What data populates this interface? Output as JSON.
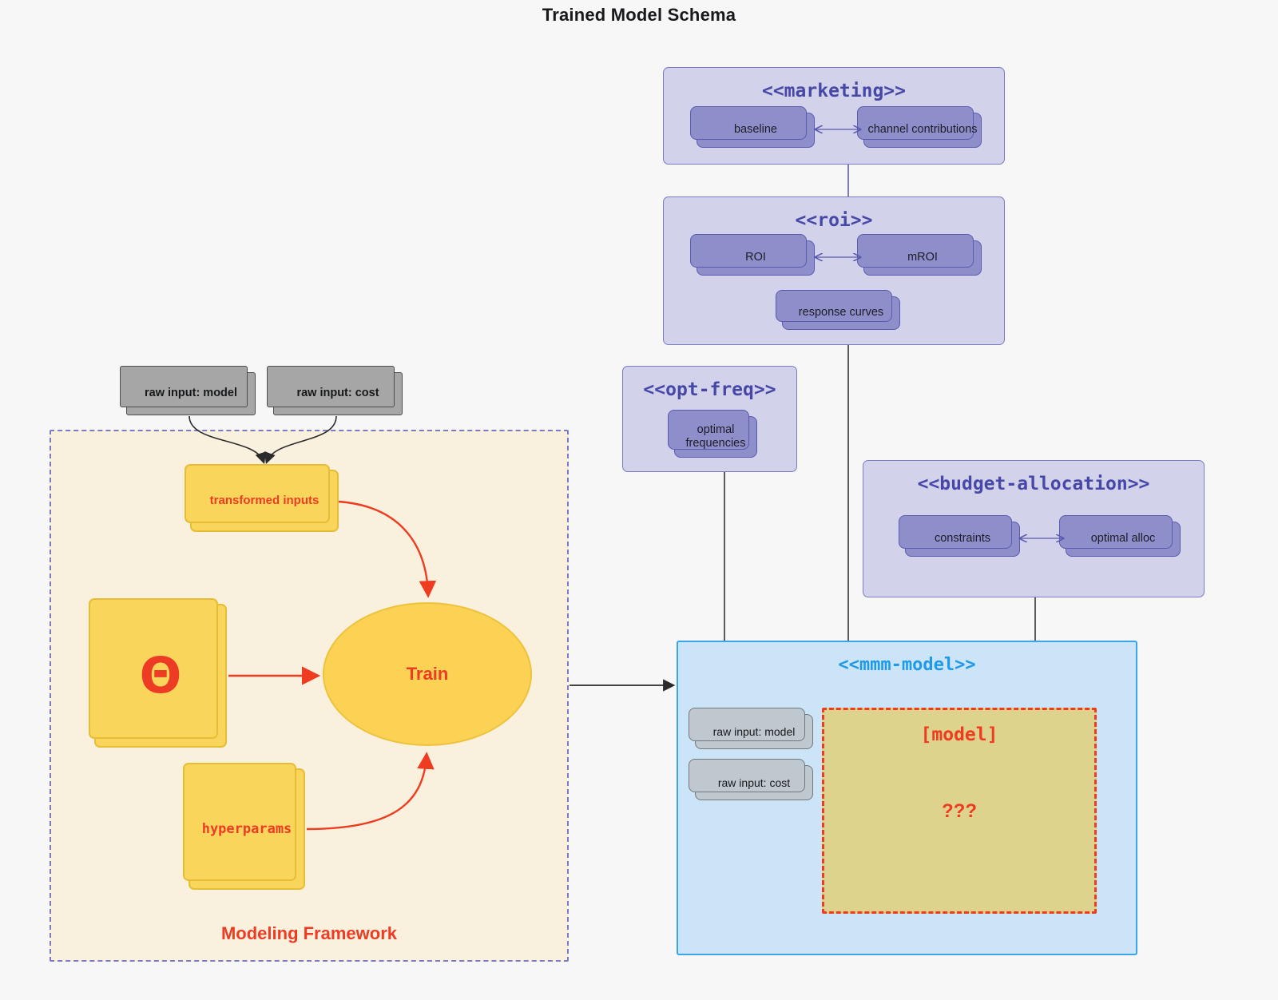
{
  "page": {
    "title": "Trained Model Schema",
    "background": "#f7f7f7"
  },
  "colors": {
    "package_fill": "#d2d2ea",
    "package_border": "#7b7bc4",
    "package_title": "#4747a8",
    "node_purple": "#8e8ecb",
    "mmm_fill": "#cbe4f7",
    "mmm_border": "#3aa5ea",
    "mmm_title": "#1f9ae8",
    "framework_fill": "#f9f1dd",
    "framework_border": "#7b7bc4",
    "accent_red": "#ee3b24",
    "node_yellow": "#fad55b",
    "model_box_fill": "#ddd38c",
    "gray_node": "#a6a6a6"
  },
  "packages": {
    "marketing": {
      "title": "<<marketing>>",
      "nodes": [
        {
          "label": "baseline"
        },
        {
          "label": "channel contributions"
        }
      ],
      "relation": "bidirectional"
    },
    "roi": {
      "title": "<<roi>>",
      "nodes": [
        {
          "label": "ROI"
        },
        {
          "label": "mROI"
        },
        {
          "label": "response curves"
        }
      ],
      "relation": "bidirectional"
    },
    "opt_freq": {
      "title": "<<opt-freq>>",
      "nodes": [
        {
          "label": "optimal\nfrequencies",
          "line1": "optimal",
          "line2": "frequencies"
        }
      ]
    },
    "budget_allocation": {
      "title": "<<budget-allocation>>",
      "nodes": [
        {
          "label": "constraints"
        },
        {
          "label": "optimal alloc"
        }
      ],
      "relation": "bidirectional"
    },
    "mmm_model": {
      "title": "<<mmm-model>>",
      "nodes": [
        {
          "label": "raw input: model"
        },
        {
          "label": "raw input: cost"
        }
      ],
      "model_box": {
        "title": "[model]",
        "unknown": "???"
      }
    }
  },
  "framework": {
    "label": "Modeling Framework",
    "inputs": [
      {
        "label": "raw input: model"
      },
      {
        "label": "raw input: cost"
      }
    ],
    "transformed": {
      "label": "transformed inputs"
    },
    "theta": {
      "glyph": "Θ",
      "name": "theta-parameters"
    },
    "hyperparams": {
      "label": "hyperparams"
    },
    "train": {
      "label": "Train"
    }
  }
}
